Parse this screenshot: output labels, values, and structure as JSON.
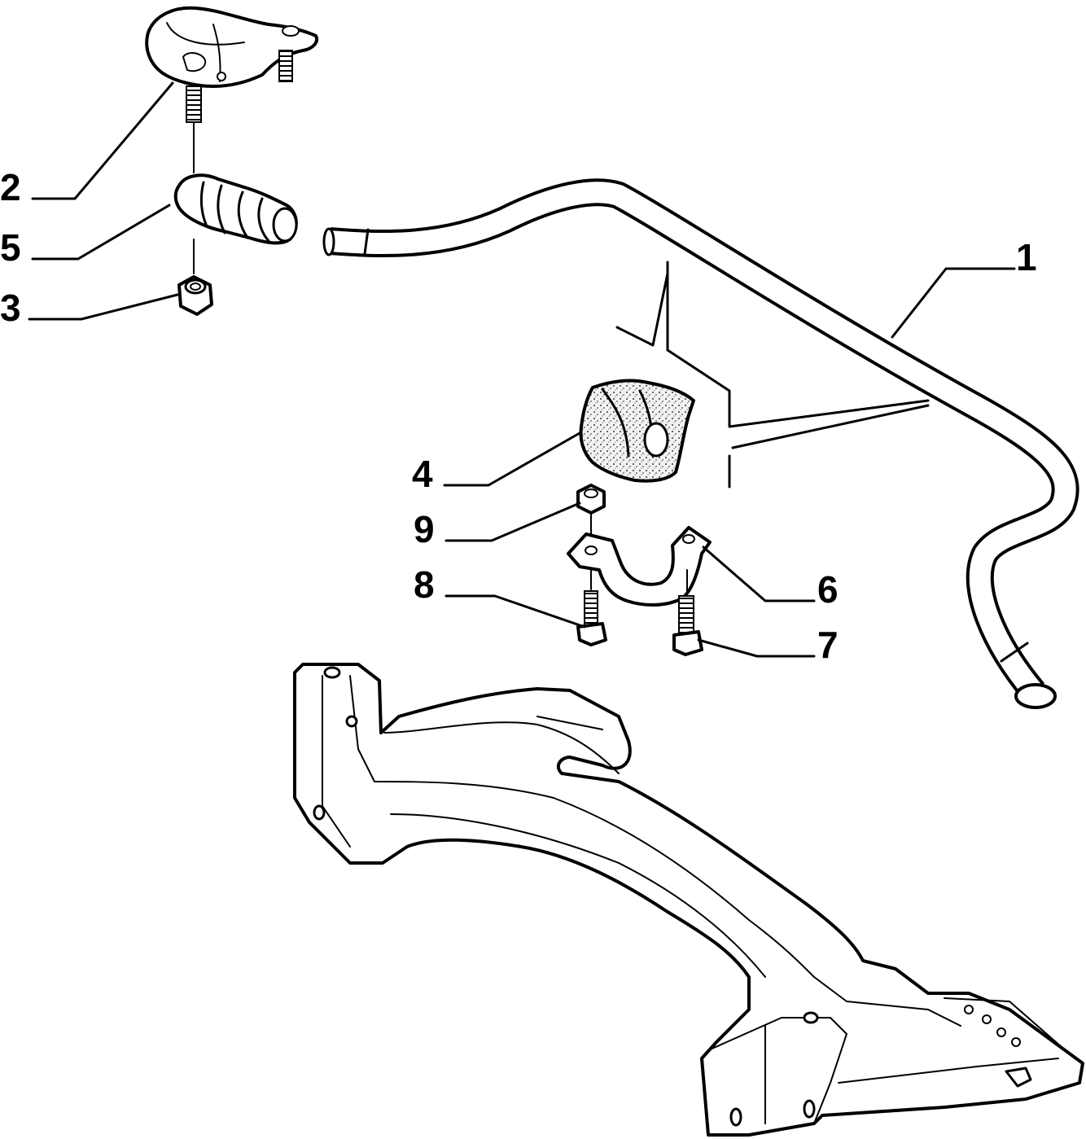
{
  "diagram": {
    "callouts": [
      {
        "id": "1",
        "label": "1",
        "part": "stabilizer-bar"
      },
      {
        "id": "2",
        "label": "2",
        "part": "link-bracket"
      },
      {
        "id": "3",
        "label": "3",
        "part": "nut"
      },
      {
        "id": "4",
        "label": "4",
        "part": "bar-bushing"
      },
      {
        "id": "5",
        "label": "5",
        "part": "link-bushing"
      },
      {
        "id": "6",
        "label": "6",
        "part": "bushing-clamp"
      },
      {
        "id": "7",
        "label": "7",
        "part": "bolt"
      },
      {
        "id": "8",
        "label": "8",
        "part": "bolt"
      },
      {
        "id": "9",
        "label": "9",
        "part": "nut"
      }
    ],
    "colors": {
      "ink": "#000000",
      "background": "#ffffff",
      "bushing_speckle": "#e8e8e8"
    }
  }
}
